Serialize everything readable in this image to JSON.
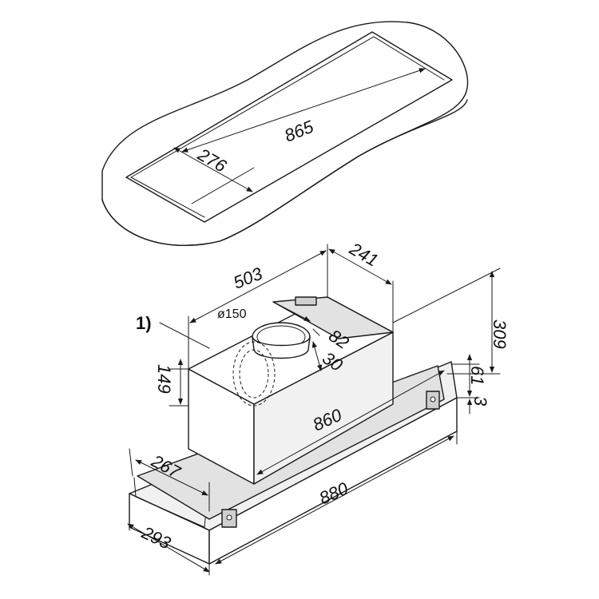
{
  "callout": "1)",
  "dimensions": {
    "cutout_length": "865",
    "cutout_width": "276",
    "body_width": "503",
    "body_depth": "241",
    "duct_diameter": "ø150",
    "duct_height": "82",
    "duct_offset": "30",
    "body_height": "149",
    "total_height": "309",
    "panel_height": "61",
    "panel_thickness": "3",
    "body_length": "860",
    "panel_depth_inner": "267",
    "panel_length": "880",
    "panel_depth": "293"
  }
}
